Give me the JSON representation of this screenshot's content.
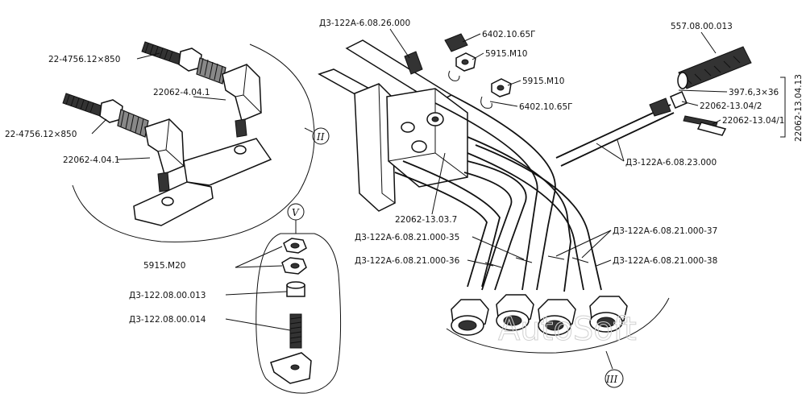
{
  "labels": {
    "bolt_22_4756_top": "22-4756.12×850",
    "bolt_22_4756_bot": "22-4756.12×850",
    "fitting_22062_top": "22062-4.04.1",
    "fitting_22062_bot": "22062-4.04.1",
    "roman_ii": "II",
    "roman_v": "V",
    "roman_iii": "III",
    "nut_5915_m20": "5915.M20",
    "part_d3_122_013": "Д3-122.08.00.013",
    "part_d3_122_014": "Д3-122.08.00.014",
    "pipe_26_000": "Д3-122А-6.08.26.000",
    "washer_6402_top": "6402.10.65Г",
    "nut_5915_m10_top": "5915.M10",
    "nut_5915_m10_bot": "5915.M10",
    "washer_6402_bot": "6402.10.65Г",
    "part_557": "557.08.00.013",
    "part_397": "397.6,3×36",
    "part_22062_13_04_2": "22062-13.04/2",
    "part_22062_13_04_1": "22062-13.04/1",
    "group_22062_13_04_13": "22062-13.04.13",
    "pipe_23_000": "Д3-122А-6.08.23.000",
    "part_22062_13_03_7": "22062-13.03.7",
    "pipe_21_35": "Д3-122А-6.08.21.000-35",
    "pipe_21_36": "Д3-122А-6.08.21.000-36",
    "pipe_21_37": "Д3-122А-6.08.21.000-37",
    "pipe_21_38": "Д3-122А-6.08.21.000-38",
    "watermark": "AutoSoft"
  }
}
